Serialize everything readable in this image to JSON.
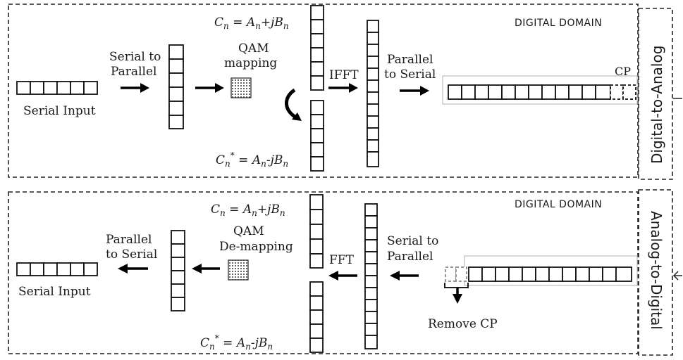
{
  "tx": {
    "domain_label": "DIGITAL DOMAIN",
    "side_label": "Digital-to-Analog",
    "serial_input": "Serial Input",
    "s2p_line1": "Serial to",
    "s2p_line2": "Parallel",
    "qam_line1": "QAM",
    "qam_line2": "mapping",
    "cn_label": "C_n = A_n+jB_n",
    "cn_conj_label": "C_n* = A_n-jB_n",
    "ifft": "IFFT",
    "p2s_line1": "Parallel",
    "p2s_line2": "to Serial",
    "cp": "CP"
  },
  "rx": {
    "domain_label": "DIGITAL DOMAIN",
    "side_label": "Analog-to-Digital",
    "serial_input": "Serial Input",
    "p2s_line1": "Parallel",
    "p2s_line2": "to Serial",
    "qam_line1": "QAM",
    "qam_line2": "De-mapping",
    "cn_label": "C_n = A_n+jB_n",
    "cn_conj_label": "C_n* = A_n-jB_n",
    "fft": "FFT",
    "s2p_line1": "Serial to",
    "s2p_line2": "Parallel",
    "remove_cp": "Remove CP"
  }
}
